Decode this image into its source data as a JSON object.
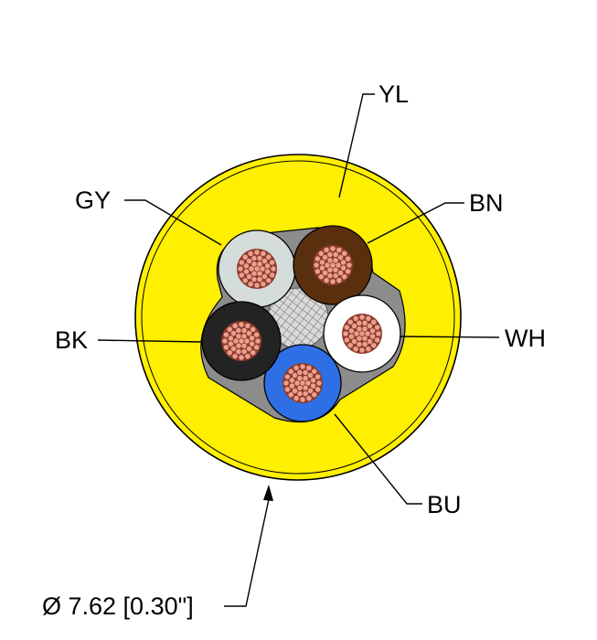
{
  "diagram": {
    "labels": {
      "jacket": "YL",
      "conductor_brown": "BN",
      "conductor_gray": "GY",
      "conductor_black": "BK",
      "conductor_white": "WH",
      "conductor_blue": "BU"
    },
    "dimension": "Ø 7.62 [0.30\"]"
  },
  "colors": {
    "jacket_yellow": "#ffef00",
    "filler_gray": "#8c8c8c",
    "gray_insulation": "#d4dcdc",
    "brown_insulation": "#5a2f0e",
    "black_insulation": "#232323",
    "white_insulation": "#ffffff",
    "blue_insulation": "#2e6fe6",
    "copper_strand": "#e9a08e",
    "copper_dark": "#8e3b2c",
    "shield_mesh": "#d9d9d9"
  },
  "icons": {
    "cable_cross_section": "cable-cross-section-icon",
    "dimension_arrow": "arrow-up-icon"
  }
}
